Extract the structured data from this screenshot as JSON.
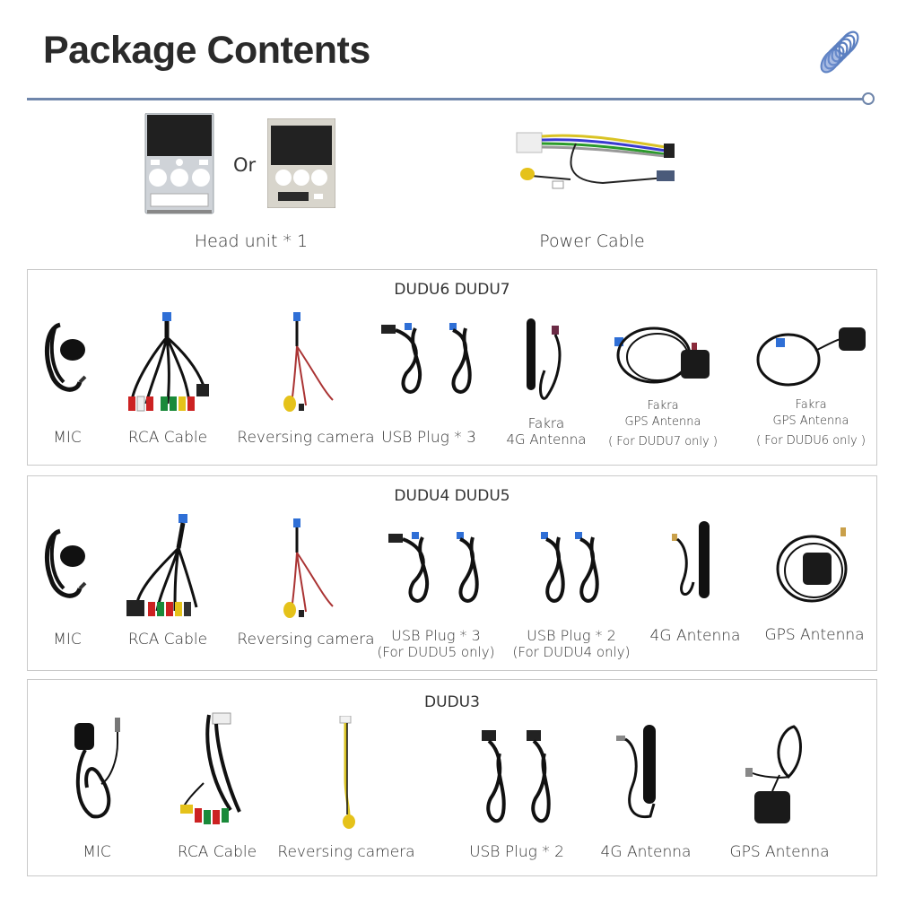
{
  "header": {
    "title": "Package Contents",
    "accent_color": "#6f86ab",
    "icon": "spring-coil-icon"
  },
  "top_items": {
    "head_unit": {
      "label": "Head unit * 1",
      "or_text": "Or",
      "variants": [
        "silver-bezel-head-unit",
        "champagne-bezel-head-unit"
      ]
    },
    "power_cable": {
      "label": "Power Cable"
    }
  },
  "panels": [
    {
      "title": "DUDU6  DUDU7",
      "items": [
        {
          "label": "MIC",
          "icon": "microphone-icon"
        },
        {
          "label": "RCA Cable",
          "icon": "rca-cable-icon"
        },
        {
          "label": "Reversing camera",
          "icon": "reversing-camera-cable-icon"
        },
        {
          "label": "USB Plug * 3",
          "icon": "usb-plug-icon"
        },
        {
          "label_lines": [
            "Fakra",
            "4G Antenna"
          ],
          "icon": "4g-antenna-icon"
        },
        {
          "label_lines": [
            "Fakra",
            "GPS Antenna",
            "( For DUDU7 only )"
          ],
          "icon": "gps-antenna-icon"
        },
        {
          "label_lines": [
            "Fakra",
            "GPS Antenna",
            "( For DUDU6 only )"
          ],
          "icon": "gps-antenna-icon"
        }
      ]
    },
    {
      "title": "DUDU4  DUDU5",
      "items": [
        {
          "label": "MIC",
          "icon": "microphone-icon"
        },
        {
          "label": "RCA Cable",
          "icon": "rca-cable-icon"
        },
        {
          "label": "Reversing camera",
          "icon": "reversing-camera-cable-icon"
        },
        {
          "label_lines": [
            "USB Plug * 3",
            "(For DUDU5 only)"
          ],
          "icon": "usb-plug-icon"
        },
        {
          "label_lines": [
            "USB Plug * 2",
            "(For DUDU4 only)"
          ],
          "icon": "usb-plug-icon"
        },
        {
          "label": "4G Antenna",
          "icon": "4g-antenna-icon"
        },
        {
          "label": "GPS Antenna",
          "icon": "gps-antenna-icon"
        }
      ]
    },
    {
      "title": "DUDU3",
      "items": [
        {
          "label": "MIC",
          "icon": "microphone-icon"
        },
        {
          "label": "RCA Cable",
          "icon": "rca-cable-icon"
        },
        {
          "label": "Reversing camera",
          "icon": "reversing-camera-cable-icon"
        },
        {
          "label": "USB Plug * 2",
          "icon": "usb-plug-icon"
        },
        {
          "label": "4G Antenna",
          "icon": "4g-antenna-icon"
        },
        {
          "label": "GPS Antenna",
          "icon": "gps-antenna-icon"
        }
      ]
    }
  ]
}
